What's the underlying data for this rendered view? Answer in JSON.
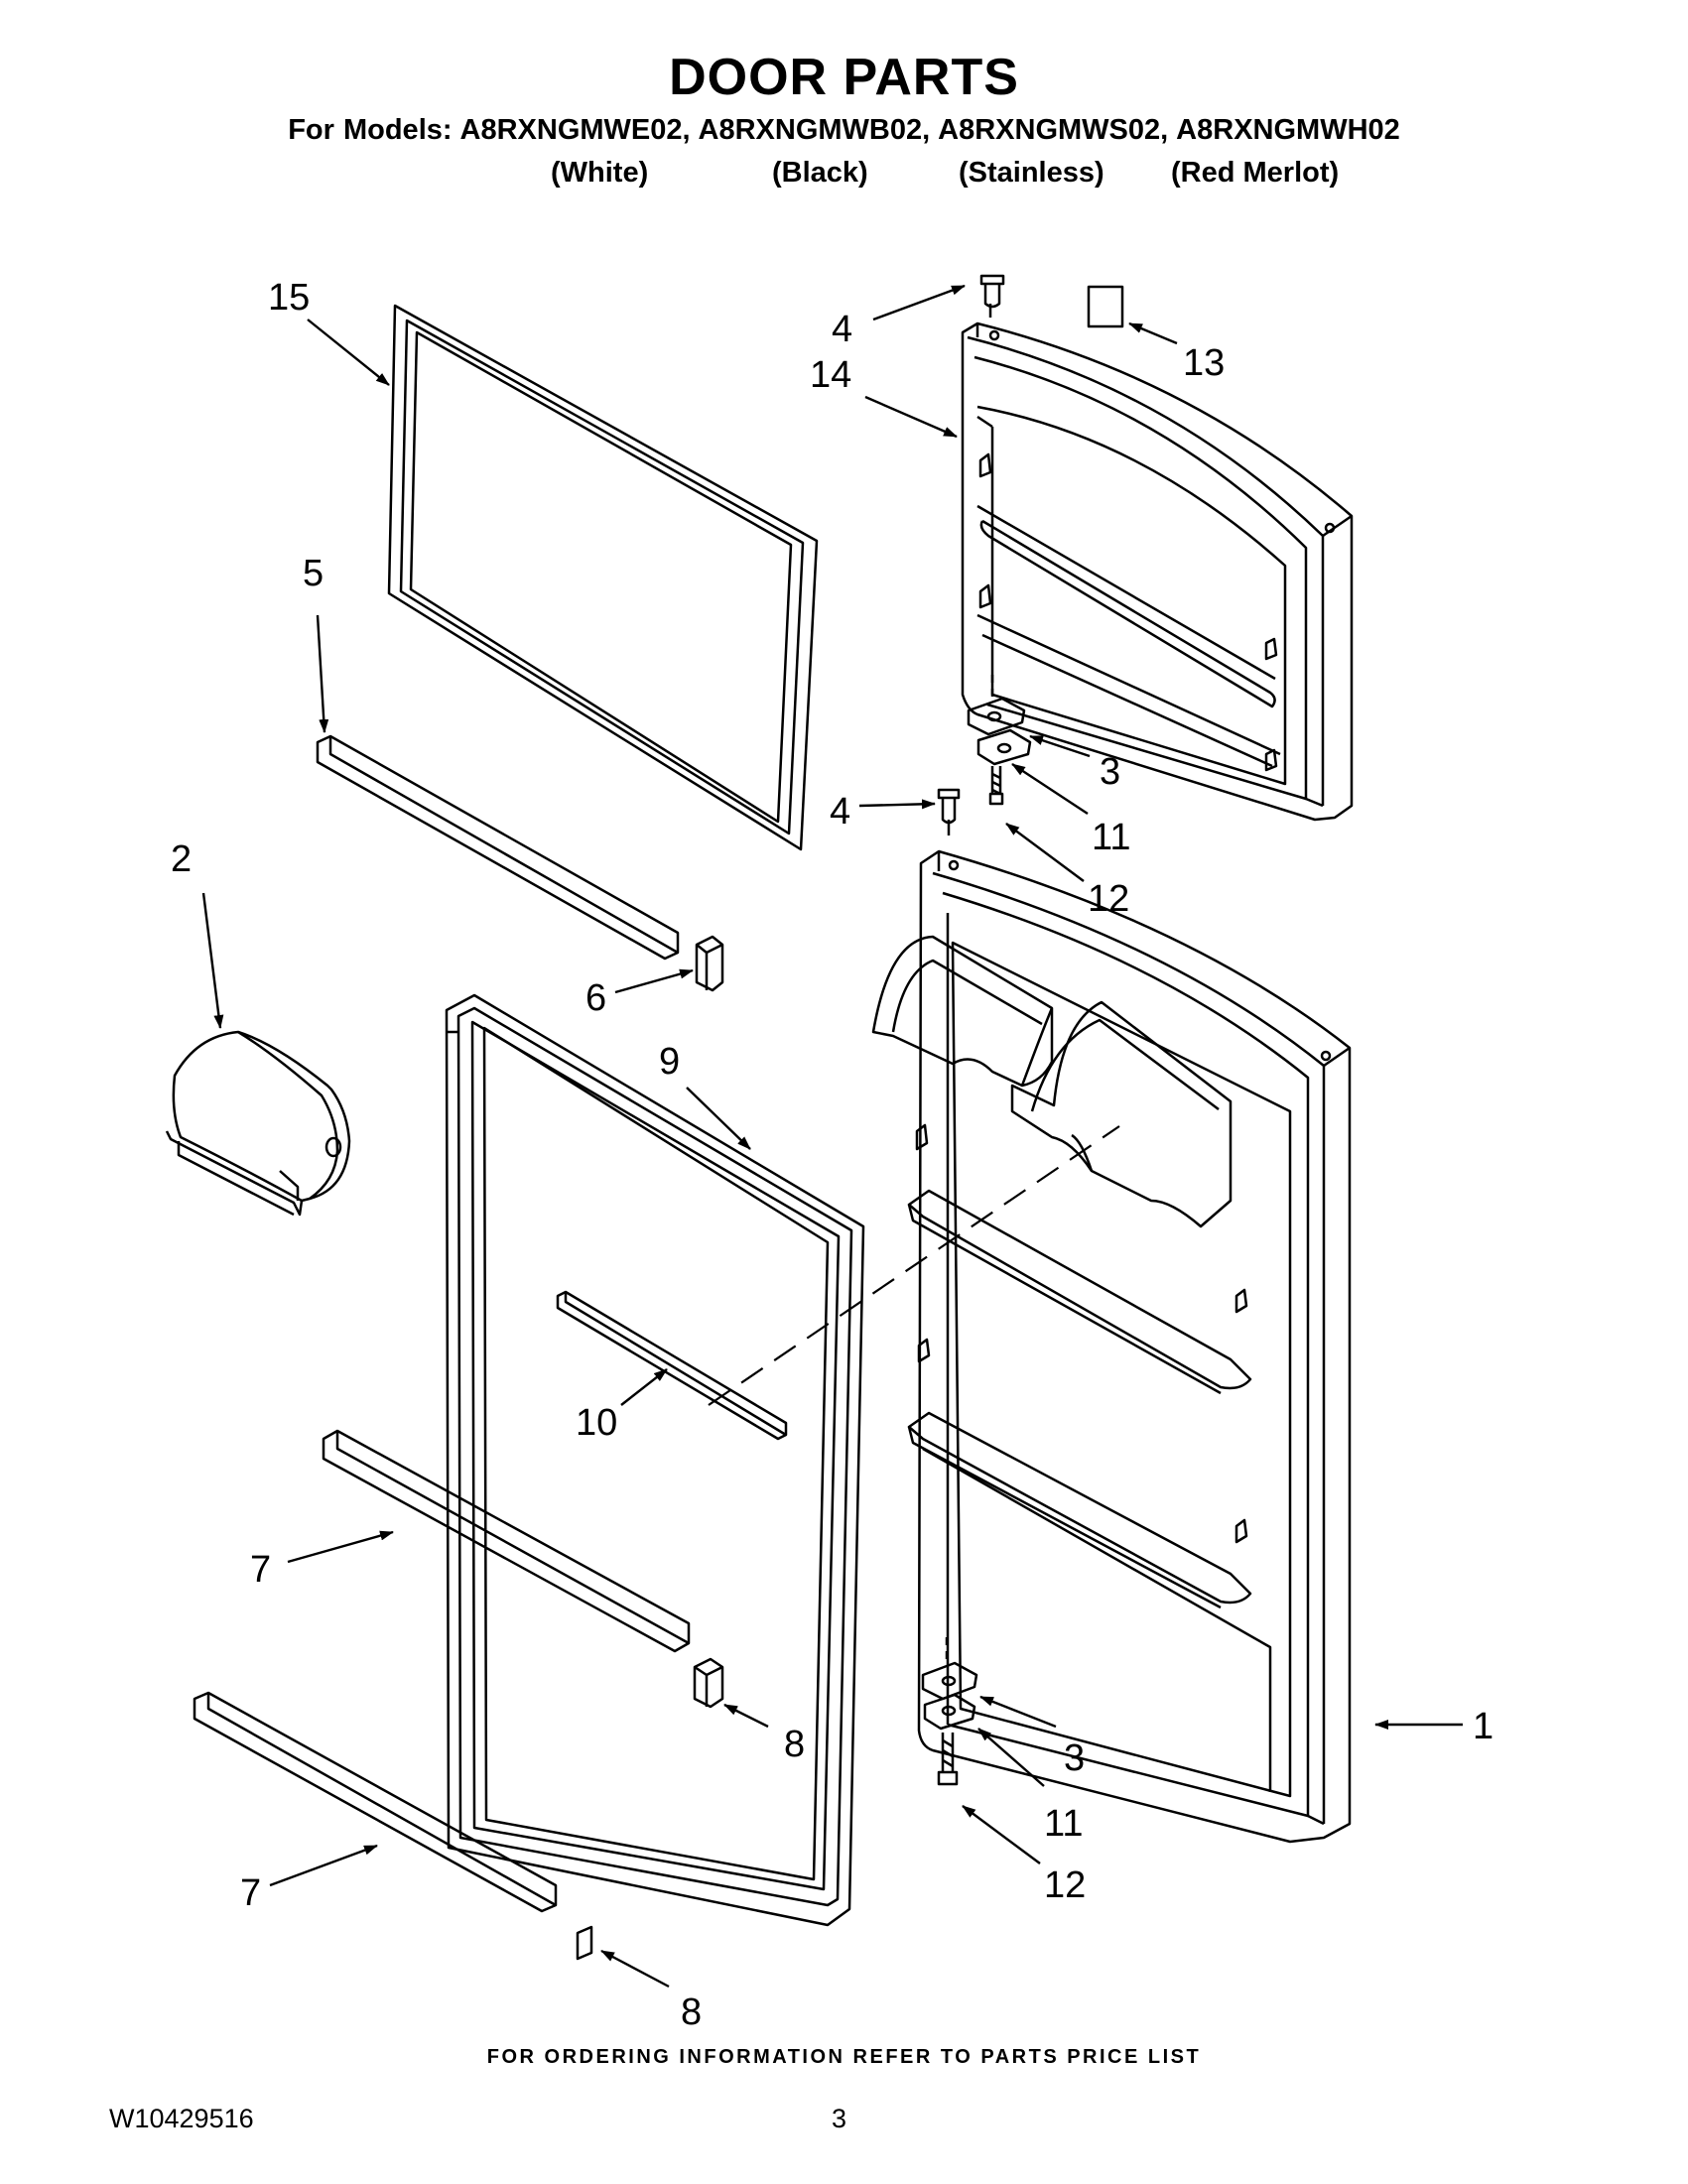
{
  "header": {
    "title": "DOOR PARTS",
    "models_line": "For Models: A8RXNGMWE02, A8RXNGMWB02, A8RXNGMWS02, A8RXNGMWH02",
    "colors": [
      "(White)",
      "(Black)",
      "(Stainless)",
      "(Red Merlot)"
    ]
  },
  "callouts": {
    "c1": "1",
    "c2": "2",
    "c3a": "3",
    "c3b": "3",
    "c4a": "4",
    "c4b": "4",
    "c5": "5",
    "c6": "6",
    "c7a": "7",
    "c7b": "7",
    "c8a": "8",
    "c8b": "8",
    "c9": "9",
    "c10": "10",
    "c11a": "11",
    "c11b": "11",
    "c12a": "12",
    "c12b": "12",
    "c13": "13",
    "c14": "14",
    "c15": "15"
  },
  "footer": {
    "ordering_note": "FOR ORDERING INFORMATION REFER TO PARTS PRICE LIST",
    "doc_code": "W10429516",
    "page_number": "3"
  }
}
